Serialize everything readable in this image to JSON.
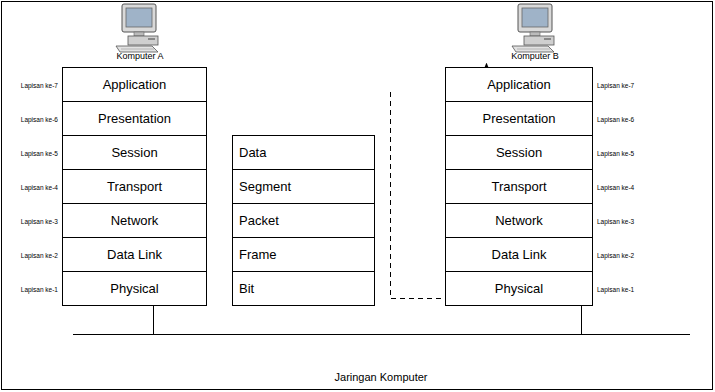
{
  "diagram": {
    "nodes": [
      {
        "text": [
          "Application",
          "Lapisan ke-7"
        ]
      },
      {
        "text": [
          "Presentation",
          "Lapisan ke-6"
        ]
      },
      {
        "text": [
          "Session",
          "Lapisan ke-5"
        ]
      },
      {
        "text": [
          "Transport",
          "Lapisan ke-4"
        ]
      },
      {
        "text": [
          "Network",
          "Lapisan ke-3"
        ]
      },
      {
        "text": [
          "Data Link",
          "Lapisan ke-2"
        ]
      },
      {
        "text": [
          "Physical",
          "Lapisan ke-1"
        ]
      },
      {
        "text": [
          "Data"
        ]
      },
      {
        "text": [
          "Segment"
        ]
      },
      {
        "text": [
          "Packet"
        ]
      },
      {
        "text": [
          "Frame"
        ]
      },
      {
        "text": [
          "Bit"
        ]
      },
      {
        "text": [
          "Application",
          "Lapisan ke-7"
        ]
      },
      {
        "text": [
          "Presentation",
          "Lapisan ke-6"
        ]
      },
      {
        "text": [
          "Session",
          "Lapisan ke-5"
        ]
      },
      {
        "text": [
          "Transport",
          "Lapisan ke-4"
        ]
      },
      {
        "text": [
          "Network",
          "Lapisan ke-3"
        ]
      },
      {
        "text": [
          "Data Link",
          "Lapisan ke-2"
        ]
      },
      {
        "text": [
          "Physical",
          "Lapisan ke-1"
        ]
      }
    ],
    "edges": [
      {
        "from": 6,
        "to": 18,
        "arrow": "none"
      }
    ],
    "labels": [
      "Komputer A",
      "Komputer B",
      "Jaringan Komputer"
    ]
  }
}
